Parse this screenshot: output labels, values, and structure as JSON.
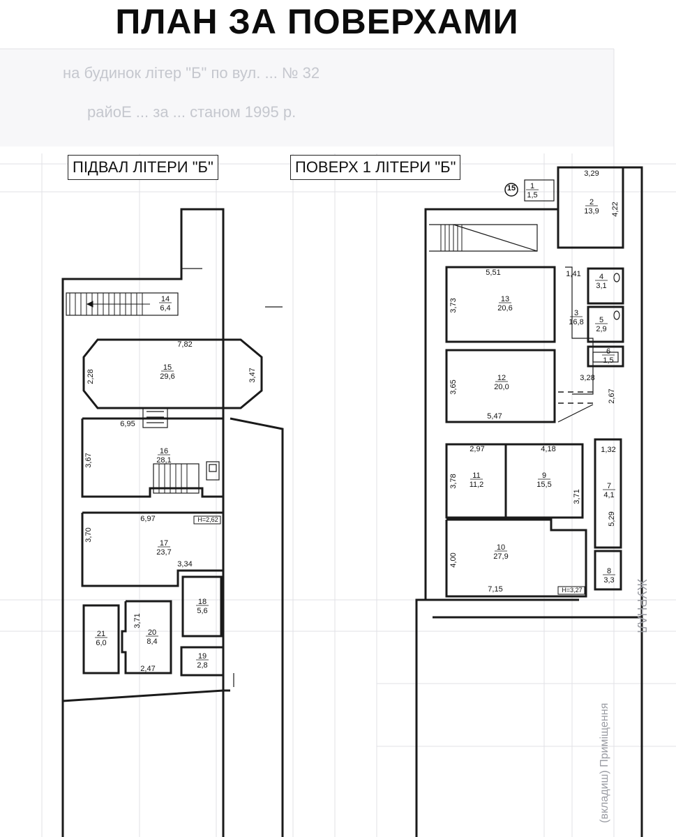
{
  "title": "ПЛАН  ЗА ПОВЕРХАМИ",
  "faded_lines": [
    "на будинок літер \"Б\" по вул. ... № 32",
    "райоЕ ... за ... станом 1995 р."
  ],
  "basement": {
    "label": "ПІДВАЛ ЛІТЕРИ \"Б\"",
    "rooms": [
      {
        "num": "14",
        "area": "6,4"
      },
      {
        "num": "15",
        "area": "29,6"
      },
      {
        "num": "16",
        "area": "28,1"
      },
      {
        "num": "17",
        "area": "23,7"
      },
      {
        "num": "18",
        "area": "5,6"
      },
      {
        "num": "19",
        "area": "2,8"
      },
      {
        "num": "20",
        "area": "8,4"
      },
      {
        "num": "21",
        "area": "6,0"
      }
    ],
    "dimensions": [
      "7,82",
      "2,28",
      "3,47",
      "6,95",
      "3,67",
      "6,97",
      "3,70",
      "3,34",
      "3,71",
      "2,47"
    ],
    "height": "Н=2,62"
  },
  "floor1": {
    "label": "ПОВЕРХ 1 ЛІТЕРИ \"Б\"",
    "entrance_marker": "15",
    "rooms": [
      {
        "num": "1",
        "area": "1,5"
      },
      {
        "num": "2",
        "area": "13,9"
      },
      {
        "num": "3",
        "area": "16,8"
      },
      {
        "num": "4",
        "area": "3,1"
      },
      {
        "num": "5",
        "area": "2,9"
      },
      {
        "num": "6",
        "area": "1,5"
      },
      {
        "num": "7",
        "area": "4,1"
      },
      {
        "num": "8",
        "area": "3,3"
      },
      {
        "num": "9",
        "area": "15,5"
      },
      {
        "num": "10",
        "area": "27,9"
      },
      {
        "num": "11",
        "area": "11,2"
      },
      {
        "num": "12",
        "area": "20,0"
      },
      {
        "num": "13",
        "area": "20,6"
      }
    ],
    "dimensions": [
      "3,29",
      "4,22",
      "5,51",
      "1,41",
      "3,73",
      "3,28",
      "3,65",
      "2,67",
      "5,47",
      "2,97",
      "4,18",
      "1,32",
      "3,78",
      "3,71",
      "5,29",
      "4,00",
      "7,15"
    ],
    "height": "Н=3,27"
  },
  "side_text": [
    "ЖУРНАЛ",
    "(вкладиш) Приміщення"
  ]
}
